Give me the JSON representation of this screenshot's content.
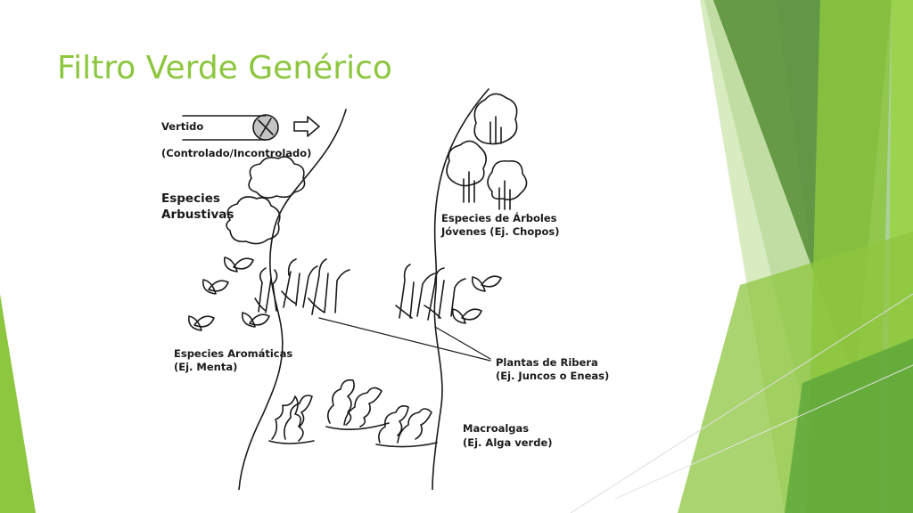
{
  "slide": {
    "title": "Filtro Verde Genérico",
    "accent_color": "#8dc63f"
  },
  "diagram": {
    "labels": {
      "vertido": "Vertido",
      "vertido_tipo": "(Controlado/Incontrolado)",
      "arbustivas_1": "Especies",
      "arbustivas_2": "Arbustivas",
      "arboles_1": "Especies de Árboles",
      "arboles_2": "Jóvenes (Ej. Chopos)",
      "aromaticas_1": "Especies Aromáticas",
      "aromaticas_2": "(Ej. Menta)",
      "ribera_1": "Plantas de Ribera",
      "ribera_2": "(Ej. Juncos o Eneas)",
      "macroalgas_1": "Macroalgas",
      "macroalgas_2": "(Ej. Alga verde)"
    },
    "icons": [
      "pipe-icon",
      "arrow-right-icon",
      "shrub-icon",
      "tree-icon",
      "leaf-icon",
      "reed-icon",
      "algae-icon"
    ]
  }
}
